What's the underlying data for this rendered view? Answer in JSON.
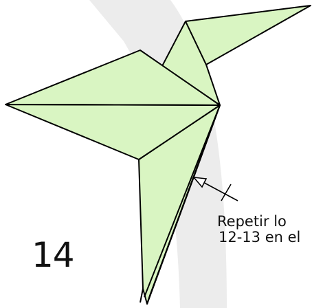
{
  "step": {
    "number": "14"
  },
  "instruction": {
    "line1": "Repetir lo",
    "line2": "12-13 en el"
  },
  "colors": {
    "paper": "#d9f5c2",
    "outline": "#000000",
    "background_band": "#ececec"
  }
}
